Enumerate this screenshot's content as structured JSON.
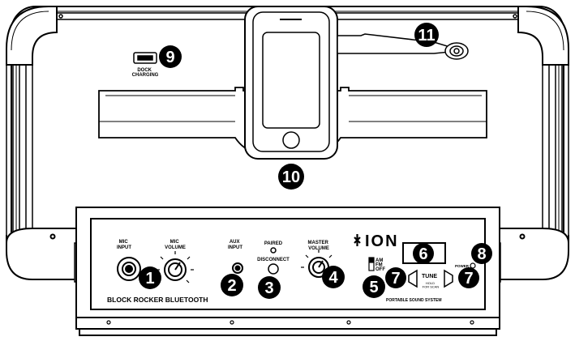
{
  "callouts": {
    "c1": "1",
    "c2": "2",
    "c3": "3",
    "c4": "4",
    "c5": "5",
    "c6": "6",
    "c7a": "7",
    "c7b": "7",
    "c8": "8",
    "c9": "9",
    "c10": "10",
    "c11": "11"
  },
  "labels": {
    "dock_charging": [
      "DOCK",
      "CHARGING"
    ],
    "mic_input": [
      "MIC",
      "INPUT"
    ],
    "mic_volume": [
      "MIC",
      "VOLUME"
    ],
    "aux_input": [
      "AUX",
      "INPUT"
    ],
    "paired": "PAIRED",
    "disconnect": "DISCONNECT",
    "master_volume": [
      "MASTER",
      "VOLUME"
    ],
    "band": [
      "AM",
      "FM",
      "OFF"
    ],
    "tune": "TUNE",
    "hold_for_scan": [
      "HOLD",
      "FOR SCAN"
    ],
    "power": "POWER",
    "model_name": "BLOCK ROCKER BLUETOOTH",
    "brand": "ION",
    "tagline": "PORTABLE SOUND SYSTEM"
  }
}
